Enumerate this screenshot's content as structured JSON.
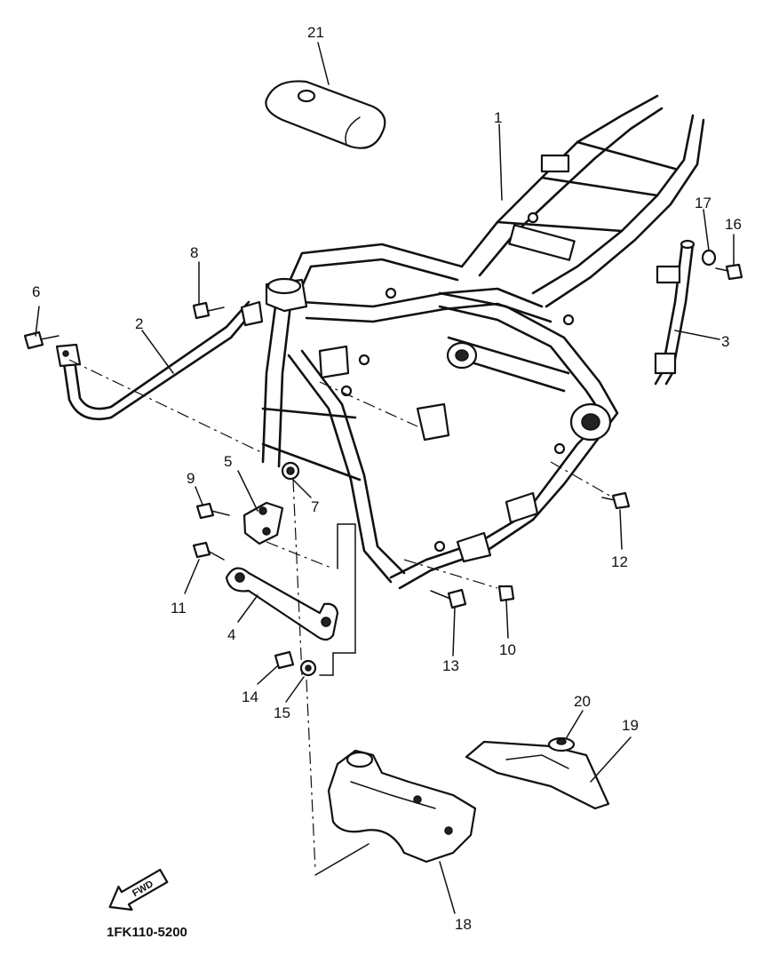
{
  "diagram": {
    "catalog_code": "1FK110-5200",
    "forward_arrow_label": "FWD",
    "part_numbers": {
      "p1": "1",
      "p2": "2",
      "p3": "3",
      "p4": "4",
      "p5": "5",
      "p6": "6",
      "p7": "7",
      "p8": "8",
      "p9": "9",
      "p10": "10",
      "p11": "11",
      "p12": "12",
      "p13": "13",
      "p14": "14",
      "p15": "15",
      "p16": "16",
      "p17": "17",
      "p18": "18",
      "p19": "19",
      "p20": "20",
      "p21": "21"
    }
  }
}
